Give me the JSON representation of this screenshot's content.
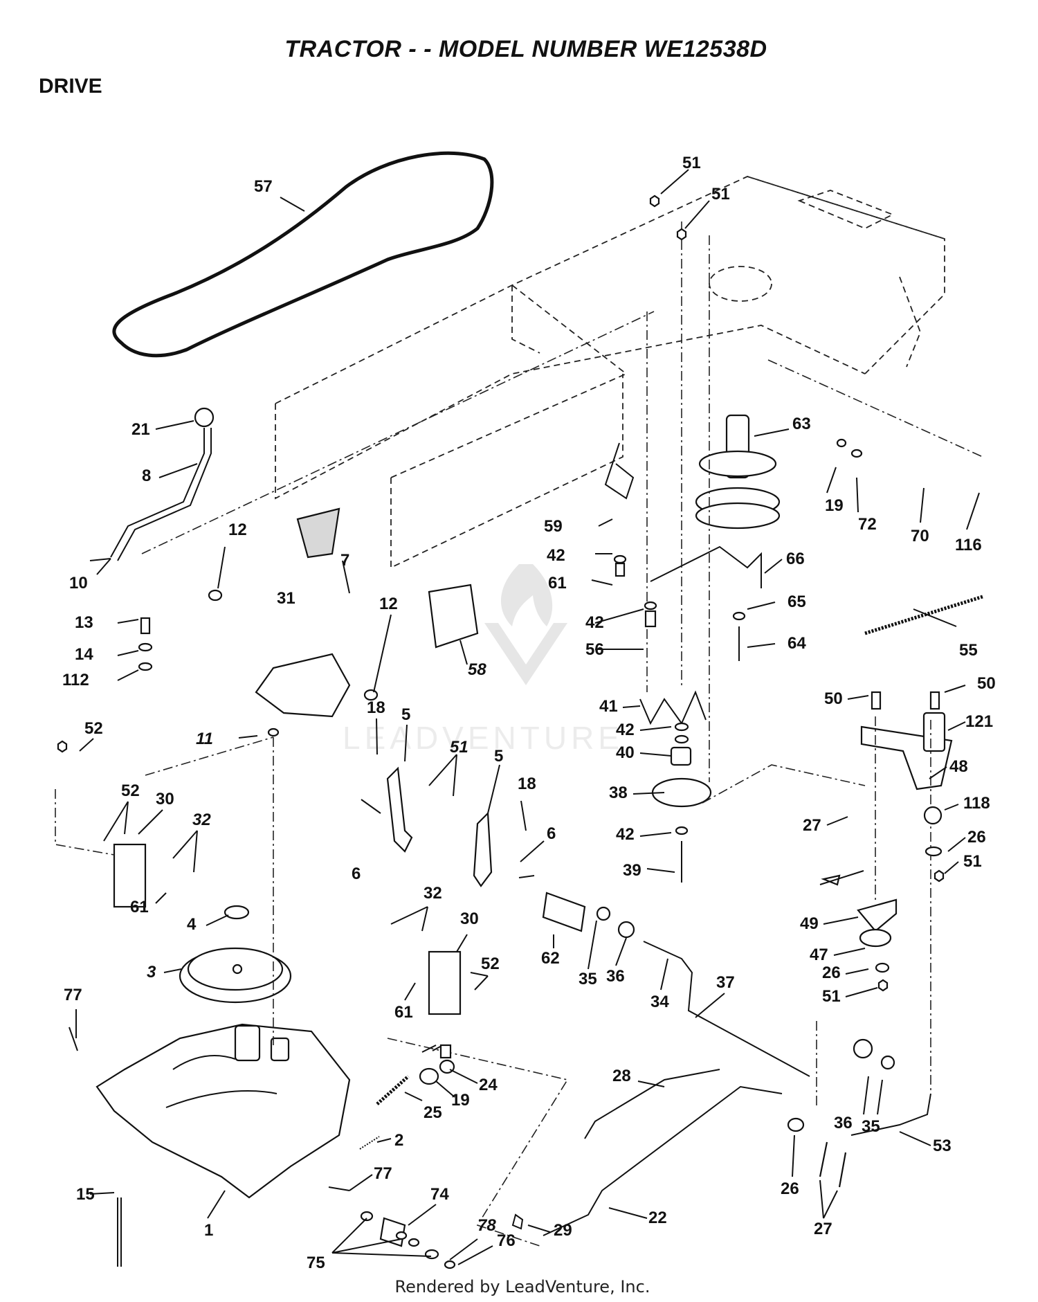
{
  "title": "TRACTOR - - MODEL NUMBER WE12538D",
  "section": "DRIVE",
  "footer": "Rendered by LeadVenture, Inc.",
  "watermark": "LEADVENTURE",
  "callouts": [
    "57",
    "51",
    "51",
    "63",
    "21",
    "8",
    "12",
    "31",
    "7",
    "10",
    "13",
    "14",
    "112",
    "12",
    "58",
    "59",
    "42",
    "61",
    "66",
    "42",
    "65",
    "56",
    "64",
    "19",
    "72",
    "70",
    "116",
    "55",
    "50",
    "50",
    "121",
    "48",
    "118",
    "27",
    "26",
    "51",
    "49",
    "47",
    "26",
    "51",
    "41",
    "42",
    "40",
    "38",
    "42",
    "39",
    "18",
    "5",
    "51",
    "5",
    "18",
    "6",
    "6",
    "52",
    "52",
    "30",
    "32",
    "61",
    "11",
    "4",
    "3",
    "77",
    "32",
    "30",
    "52",
    "61",
    "62",
    "35",
    "36",
    "34",
    "37",
    "28",
    "24",
    "19",
    "25",
    "2",
    "77",
    "74",
    "29",
    "22",
    "36",
    "35",
    "53",
    "26",
    "27",
    "15",
    "1",
    "78",
    "76",
    "75"
  ]
}
